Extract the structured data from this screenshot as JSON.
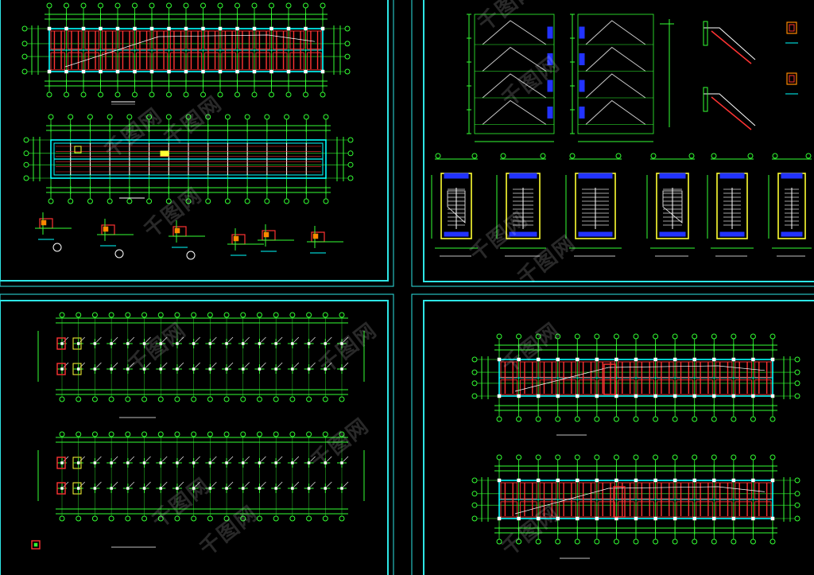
{
  "colors": {
    "background": "#000000",
    "frame": "#2ee6e6",
    "grid": "#33ff33",
    "wall": "#ff3333",
    "beam": "#00ffff",
    "stair_blue": "#2233ff",
    "column_yellow": "#ffff33",
    "detail_orange": "#ff8800",
    "text": "#ffffff"
  },
  "sheets": [
    {
      "name": "sheet-floor-and-roof-plans",
      "position": "top-left"
    },
    {
      "name": "sheet-stair-details",
      "position": "top-right"
    },
    {
      "name": "sheet-column-layout",
      "position": "bottom-left"
    },
    {
      "name": "sheet-beam-plans",
      "position": "bottom-right"
    }
  ],
  "watermark": {
    "text": "千图网",
    "repeat": 14
  },
  "notes": {
    "annotation_labels_legible": false
  }
}
